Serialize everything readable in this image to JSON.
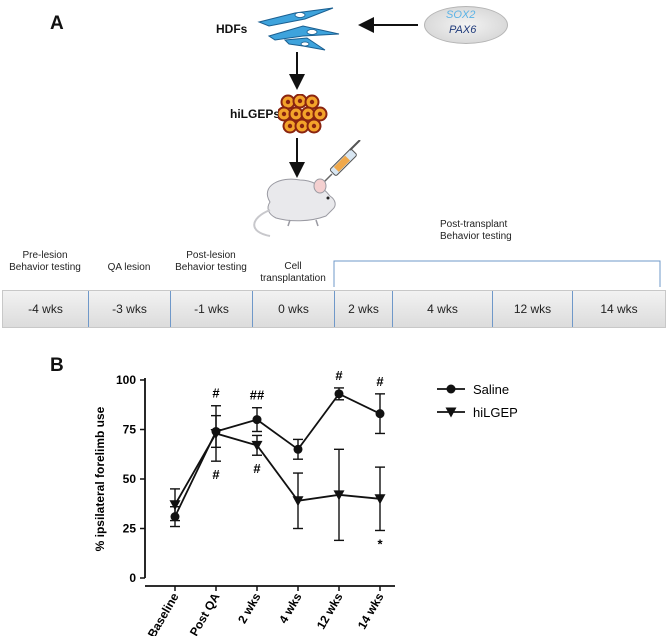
{
  "panel_a": {
    "label": "A",
    "hdfs_label": "HDFs",
    "higleps_label": "hiLGEPs",
    "genes": [
      "SOX2",
      "PAX6"
    ],
    "gene_colors": [
      "#5bb3e6",
      "#1f3a7a"
    ],
    "phases": [
      {
        "line1": "Pre-lesion",
        "line2": "Behavior testing"
      },
      {
        "line1": "QA lesion",
        "line2": ""
      },
      {
        "line1": "Post-lesion",
        "line2": "Behavior testing"
      },
      {
        "line1": "Cell",
        "line2": "transplantation"
      }
    ],
    "post_transplant": {
      "line1": "Post-transplant",
      "line2": "Behavior testing"
    },
    "timeline": [
      "-4 wks",
      "-3 wks",
      "-1 wks",
      "0 wks",
      "2 wks",
      "4 wks",
      "12 wks",
      "14 wks"
    ]
  },
  "panel_b": {
    "label": "B",
    "legend": [
      "Saline",
      "hiLGEP"
    ]
  },
  "chart_data": {
    "type": "line",
    "categories": [
      "Baseline",
      "Post QA",
      "2 wks",
      "4 wks",
      "12 wks",
      "14 wks"
    ],
    "ylabel": "% ipsilateral forelimb use",
    "xlabel": "",
    "ylim": [
      0,
      100
    ],
    "yticks": [
      0,
      25,
      50,
      75,
      100
    ],
    "series": [
      {
        "name": "Saline",
        "marker": "circle",
        "values": [
          31,
          74,
          80,
          65,
          93,
          83
        ],
        "errors": [
          5,
          8,
          6,
          5,
          3,
          10
        ]
      },
      {
        "name": "hiLGEP",
        "marker": "triangle-down",
        "values": [
          37,
          73,
          67,
          39,
          42,
          40
        ],
        "errors": [
          8,
          14,
          5,
          14,
          23,
          16
        ]
      }
    ],
    "annotations": [
      {
        "category": "Post QA",
        "position": "above",
        "text": "#"
      },
      {
        "category": "2 wks",
        "position": "above",
        "text": "##"
      },
      {
        "category": "12 wks",
        "position": "above",
        "text": "#"
      },
      {
        "category": "14 wks",
        "position": "above",
        "text": "#"
      },
      {
        "category": "Post QA",
        "position": "below",
        "text": "#"
      },
      {
        "category": "2 wks",
        "position": "below",
        "text": "#"
      },
      {
        "category": "14 wks",
        "position": "below",
        "text": "*"
      }
    ],
    "grid": false,
    "legend_position": "right"
  }
}
